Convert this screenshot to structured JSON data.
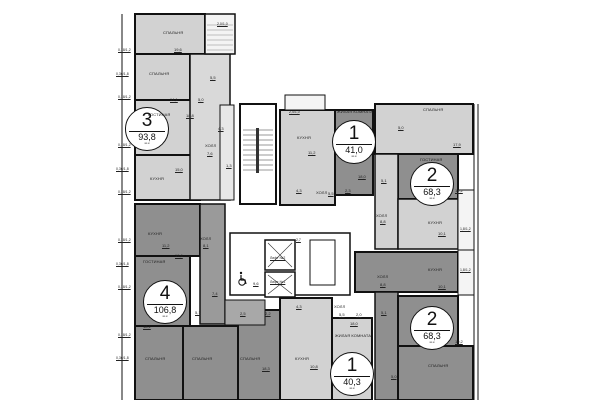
{
  "colors": {
    "background": "#ffffff",
    "wall": "#111111",
    "fill_light": "#d2d2d2",
    "fill_medium": "#bdbdbd",
    "fill_dark": "#8f8f8f",
    "common_area": "#ffffff"
  },
  "apartments": [
    {
      "id": "apt-3",
      "rooms": "3",
      "total_area": "93,8",
      "unit": "кв.м",
      "spaces": [
        {
          "name": "СПАЛЬНЯ",
          "area": "19,6"
        },
        {
          "name": "СПАЛЬНЯ",
          "area": "14,1"
        },
        {
          "name": "ГОСТИНАЯ",
          "area": "18,8"
        },
        {
          "name": "КУХНЯ",
          "area": "15,0"
        },
        {
          "name": "ХОЛЛ",
          "area": "7,6"
        },
        {
          "name": "",
          "area": "5,5"
        },
        {
          "name": "",
          "area": "5,0"
        },
        {
          "name": "",
          "area": "4,3"
        },
        {
          "name": "",
          "area": "1,3"
        },
        {
          "name": "",
          "area": "2,9"
        }
      ],
      "balcony": "2,0/1,0"
    },
    {
      "id": "apt-1-top",
      "rooms": "1",
      "total_area": "41,0",
      "unit": "кв.м",
      "spaces": [
        {
          "name": "ЖИЛАЯ КОМНАТА",
          "area": "18,0"
        },
        {
          "name": "КУХНЯ",
          "area": "11,2"
        },
        {
          "name": "ХОЛЛ",
          "area": "5,5"
        },
        {
          "name": "",
          "area": "4,3"
        },
        {
          "name": "",
          "area": "2,3"
        }
      ],
      "balcony": "2,4/1,0"
    },
    {
      "id": "apt-2-top",
      "rooms": "2",
      "total_area": "68,3",
      "unit": "кв.м",
      "spaces": [
        {
          "name": "СПАЛЬНЯ",
          "area": "17,9"
        },
        {
          "name": "ГОСТИНАЯ",
          "area": "19,2"
        },
        {
          "name": "ХОЛЛ",
          "area": "8,8"
        },
        {
          "name": "КУХНЯ",
          "area": "10,1"
        },
        {
          "name": "",
          "area": "5,0"
        },
        {
          "name": "",
          "area": "5,1"
        },
        {
          "name": "",
          "area": "2,2"
        },
        {
          "name": "",
          "area": "2,1"
        }
      ],
      "balcony": "1,8/1,2"
    },
    {
      "id": "apt-4",
      "rooms": "4",
      "total_area": "106,8",
      "unit": "кв.м",
      "spaces": [
        {
          "name": "КУХНЯ",
          "area": "11,2"
        },
        {
          "name": "ГОСТИНАЯ",
          "area": "19,6"
        },
        {
          "name": "ХОЛЛ",
          "area": "8,1"
        },
        {
          "name": "СПАЛЬНЯ",
          "area": "18,1"
        },
        {
          "name": "СПАЛЬНЯ",
          "area": ""
        },
        {
          "name": "СПАЛЬНЯ",
          "area": "18,3"
        },
        {
          "name": "",
          "area": "5,1"
        },
        {
          "name": "",
          "area": "7,4"
        },
        {
          "name": "",
          "area": "2,2"
        },
        {
          "name": "",
          "area": "2,5"
        },
        {
          "name": "",
          "area": "2,2"
        }
      ]
    },
    {
      "id": "apt-1-bottom",
      "rooms": "1",
      "total_area": "40,3",
      "unit": "кв.м",
      "spaces": [
        {
          "name": "ЖИЛАЯ КОМНАТА",
          "area": "18,0"
        },
        {
          "name": "КУХНЯ",
          "area": "10,8"
        },
        {
          "name": "ХОЛЛ",
          "area": "5,5"
        },
        {
          "name": "",
          "area": "4,3"
        },
        {
          "name": "",
          "area": "2,0"
        }
      ]
    },
    {
      "id": "apt-2-bottom",
      "rooms": "2",
      "total_area": "68,3",
      "unit": "кв.м",
      "spaces": [
        {
          "name": "КУХНЯ",
          "area": "10,1"
        },
        {
          "name": "ХОЛЛ",
          "area": "8,8"
        },
        {
          "name": "СПАЛЬНЯ",
          "area": "17,9"
        },
        {
          "name": "",
          "area": "19,2"
        },
        {
          "name": "",
          "area": "5,1"
        },
        {
          "name": "",
          "area": "5,0"
        },
        {
          "name": "",
          "area": "2,2"
        },
        {
          "name": "",
          "area": "2,0"
        }
      ],
      "balcony": "1,8/1,2"
    }
  ],
  "common": {
    "hall_area": "9,6",
    "lift_1": "Лифт №1",
    "lift_2": "Лифт №2",
    "small_area": "2,7",
    "accessibility": "wheelchair-icon"
  },
  "window_labels": {
    "small": "0,18/1,2",
    "large": "0,36/1,8"
  }
}
